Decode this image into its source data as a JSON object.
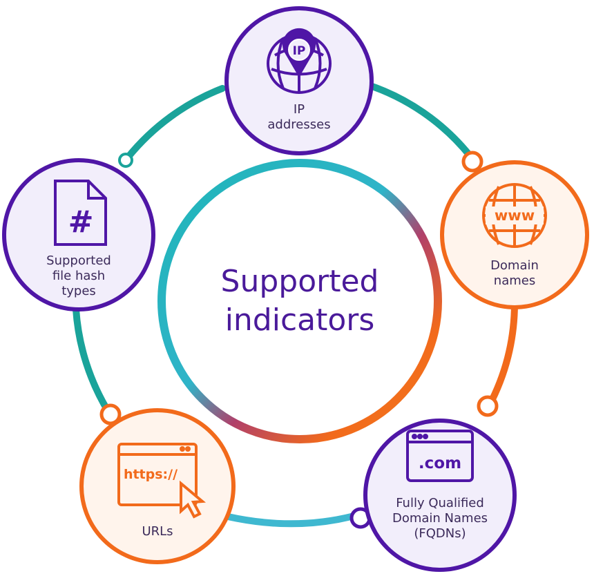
{
  "center": {
    "line1": "Supported",
    "line2": "indicators"
  },
  "nodes": {
    "ip": {
      "lines": [
        "IP",
        "addresses"
      ],
      "icon": "ip-location-pin-icon",
      "badge": "IP"
    },
    "domain": {
      "lines": [
        "Domain",
        "names"
      ],
      "icon": "www-globe-icon",
      "badge": "www"
    },
    "fqdn": {
      "lines": [
        "Fully Qualified",
        "Domain Names",
        "(FQDNs)"
      ],
      "icon": "browser-dotcom-icon",
      "badge": ".com"
    },
    "url": {
      "lines": [
        "URLs"
      ],
      "icon": "browser-url-cursor-icon",
      "badge": "https://"
    },
    "hash": {
      "lines": [
        "Supported",
        "file hash",
        "types"
      ],
      "icon": "hash-file-icon",
      "badge": "#"
    }
  },
  "colors": {
    "purple": "#4f16a6",
    "purple_fill": "#f2eefb",
    "orange": "#f26a1b",
    "orange_fill": "#fff4ec",
    "teal": "#1aa39a",
    "cyan": "#3fb8d0",
    "text": "#3b2a5a",
    "title": "#4a1a9a"
  }
}
